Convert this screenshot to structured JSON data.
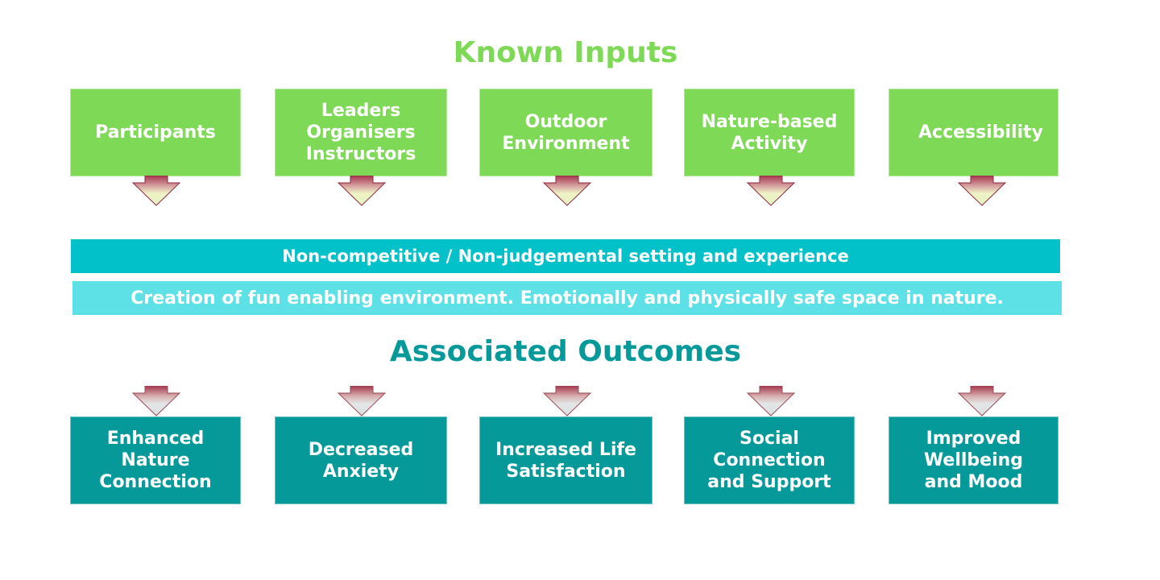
{
  "inputs": {
    "title": "Known Inputs",
    "items": [
      {
        "label": "Participants"
      },
      {
        "label": "Leaders\nOrganisers\nInstructors"
      },
      {
        "label": "Outdoor\nEnvironment"
      },
      {
        "label": "Nature-based\nActivity"
      },
      {
        "label": "Accessibility"
      }
    ]
  },
  "bands": {
    "setting": "Non-competitive / Non-judgemental setting and experience",
    "environment": "Creation of fun enabling environment. Emotionally and physically safe space in nature."
  },
  "outcomes": {
    "title": "Associated Outcomes",
    "items": [
      {
        "label": "Enhanced\nNature\nConnection"
      },
      {
        "label": "Decreased\nAnxiety"
      },
      {
        "label": "Increased Life\nSatisfaction"
      },
      {
        "label": "Social\nConnection\nand Support"
      },
      {
        "label": "Improved\nWellbeing\nand Mood"
      }
    ]
  },
  "colors": {
    "input_green": "#7ed957",
    "outcome_teal": "#05999a",
    "band_dark": "#02c1c9",
    "band_light": "#5ee1e6",
    "arrow_top": "#9c2f47"
  }
}
